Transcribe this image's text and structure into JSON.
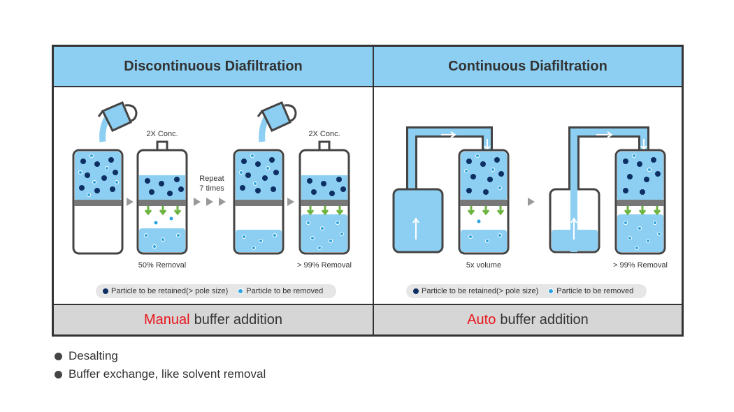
{
  "left": {
    "title": "Discontinuous Diafiltration",
    "labels": {
      "conc1": "2X Conc.",
      "conc2": "2X Conc.",
      "repeat1": "Repeat",
      "repeat2": "7 times",
      "removal1": "50% Removal",
      "removal2": "> 99% Removal"
    },
    "legend": {
      "retained": "Particle to be retained(> pole size)",
      "removed": "Particle to be removed"
    },
    "footer": {
      "highlight": "Manual",
      "rest": "buffer addition"
    }
  },
  "right": {
    "title": "Continuous Diafiltration",
    "labels": {
      "volume": "5x  volume",
      "removal": "> 99% Removal"
    },
    "legend": {
      "retained": "Particle to be retained(> pole size)",
      "removed": "Particle to be removed"
    },
    "footer": {
      "highlight": "Auto",
      "rest": "buffer addition"
    }
  },
  "bullets": [
    "Desalting",
    "Buffer exchange, like solvent removal"
  ],
  "colors": {
    "header": "#8ccff2",
    "liquid": "#8ccff2",
    "retained": "#0d2f63",
    "removed": "#2ca3e0",
    "arrow_green": "#6cb33f",
    "accent_red": "#e8141b"
  }
}
